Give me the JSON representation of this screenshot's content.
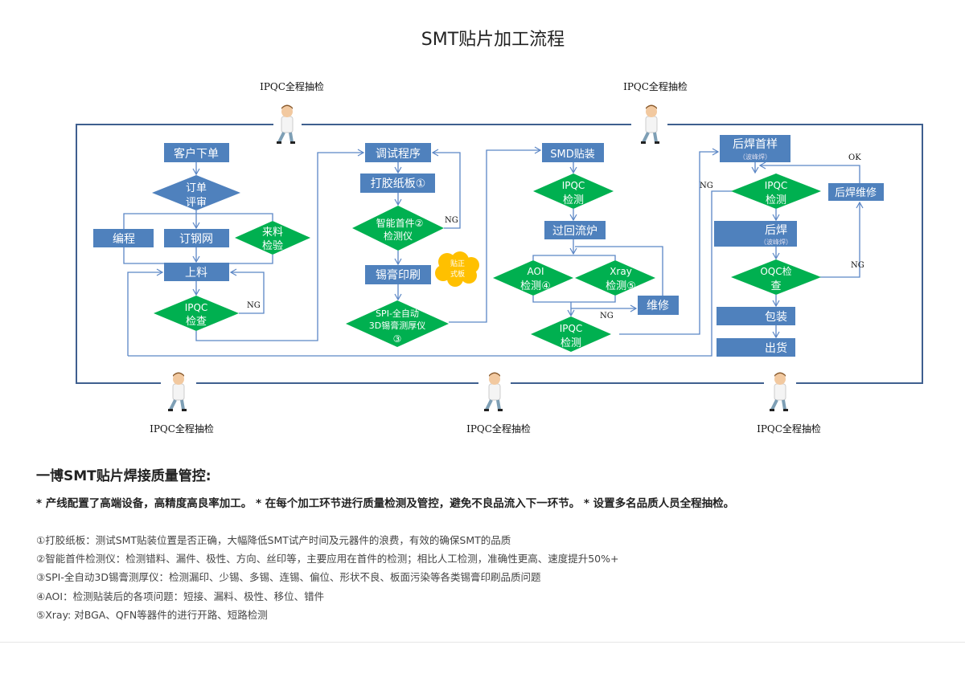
{
  "title": "SMT贴片加工流程",
  "inspector_label": "IPQC全程抽检",
  "nodes": {
    "order": "客户下单",
    "review": [
      "订单",
      "评审"
    ],
    "program": "编程",
    "stencil": "订钢网",
    "incoming": [
      "来料",
      "检验"
    ],
    "loading": "上料",
    "ipqc_check": [
      "IPQC",
      "检查"
    ],
    "debug": "调试程序",
    "tape_board": "打胶纸板①",
    "first_article": [
      "智能首件②",
      "检测仪"
    ],
    "paste_print": "锡膏印刷",
    "formal_board": [
      "贴正",
      "式板"
    ],
    "spi": [
      "SPI-全自动",
      "3D锡膏测厚仪",
      "③"
    ],
    "smd": "SMD贴装",
    "ipqc_smd": [
      "IPQC",
      "检测"
    ],
    "reflow": "过回流炉",
    "aoi": [
      "AOI",
      "检测④"
    ],
    "xray": [
      "Xray",
      "检测⑤"
    ],
    "repair": "维修",
    "ipqc_after": [
      "IPQC",
      "检测"
    ],
    "post_first": [
      "后焊首样",
      "（波峰焊）"
    ],
    "ipqc_post": [
      "IPQC",
      "检测"
    ],
    "post_repair": "后焊维修",
    "post_weld": [
      "后焊",
      "（波峰焊）"
    ],
    "oqc": [
      "OQC检",
      "查"
    ],
    "packing": "包装",
    "shipping": "出货"
  },
  "flags": {
    "ng": "NG",
    "ok": "OK"
  },
  "section": {
    "heading": "一博SMT贴片焊接质量管控:",
    "highlights": "* 产线配置了高端设备，高精度高良率加工。 * 在每个加工环节进行质量检测及管控，避免不良品流入下一环节。 * 设置多名品质人员全程抽检。",
    "notes": [
      "①打胶纸板：测试SMT贴装位置是否正确，大幅降低SMT试产时间及元器件的浪费，有效的确保SMT的品质",
      "②智能首件检测仪：检测错料、漏件、极性、方向、丝印等，主要应用在首件的检测；相比人工检测，准确性更高、速度提升50%+",
      "③SPI-全自动3D锡膏测厚仪：检测漏印、少锡、多锡、连锡、偏位、形状不良、板面污染等各类锡膏印刷品质问题",
      "④AOI：检测贴装后的各项问题：短接、漏料、极性、移位、错件",
      "⑤Xray: 对BGA、QFN等器件的进行开路、短路检测"
    ]
  },
  "colors": {
    "box": "#4f81bd",
    "diamond": "#00b050",
    "frame": "#3f5f8f",
    "cloud": "#ffc000"
  }
}
